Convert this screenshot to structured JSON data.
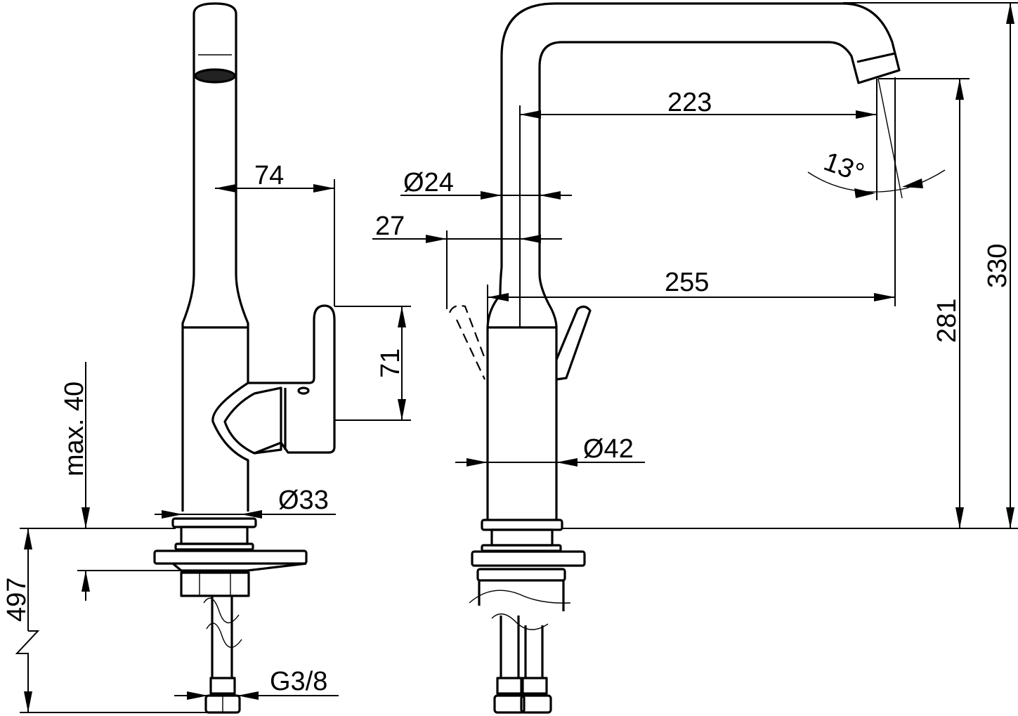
{
  "drawing": {
    "title": "Kitchen mixer tap technical dimension drawing",
    "line_color": "#000000",
    "background": "#ffffff",
    "views": [
      {
        "name": "side-view",
        "description": "Side view of mixer tap with lever handle"
      },
      {
        "name": "front-view",
        "description": "Front view of mixer tap with swivel spout"
      }
    ]
  },
  "dimensions": {
    "side_view": {
      "spout_reach": "74",
      "lever_height": "71",
      "max_deck_thickness": "max. 40",
      "base_diameter": "Ø33",
      "hose_length": "497",
      "connection_thread": "G3/8"
    },
    "front_view": {
      "spout_reach_inner": "223",
      "spout_angle": "13°",
      "spout_diameter": "Ø24",
      "lever_offset": "27",
      "spout_reach_outer": "255",
      "body_diameter": "Ø42",
      "outlet_height": "281",
      "total_height": "330"
    }
  }
}
